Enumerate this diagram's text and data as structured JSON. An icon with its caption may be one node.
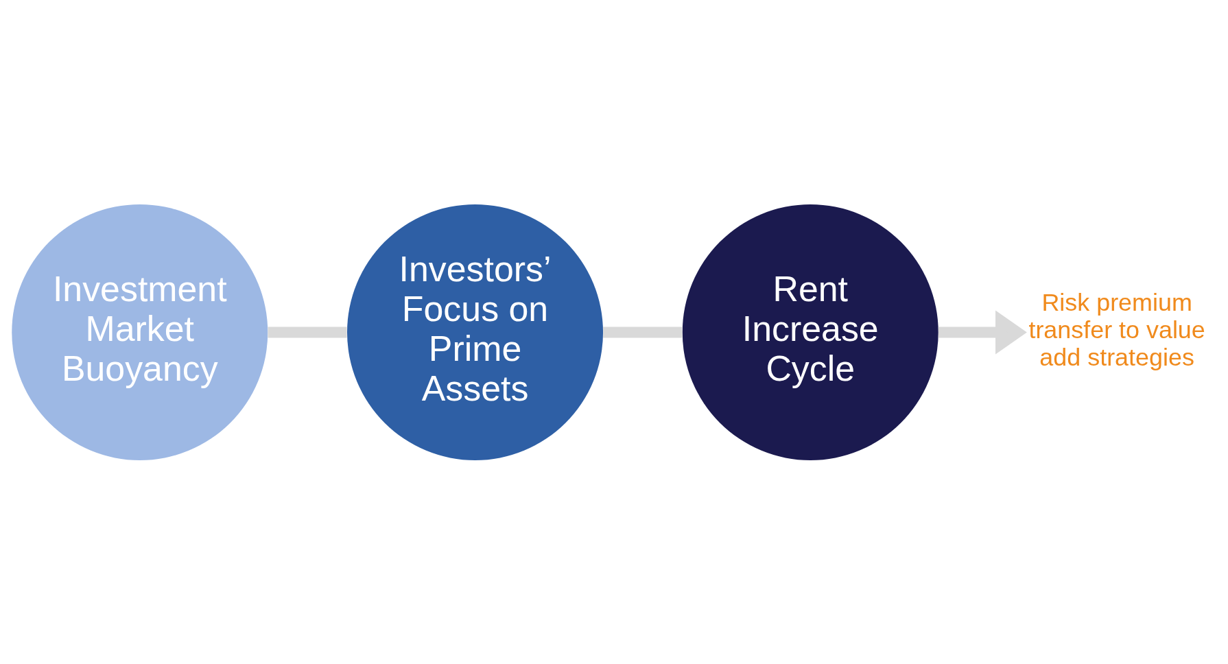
{
  "diagram": {
    "nodes": [
      {
        "text": [
          "Investment Market Buoyancy"
        ]
      },
      {
        "text": [
          "Investors’ Focus on Prime Assets"
        ]
      },
      {
        "text": [
          "Rent Increase Cycle"
        ]
      },
      {
        "text": [
          "Risk premium transfer to value add strategies"
        ]
      }
    ],
    "edges": [
      {
        "from": 0,
        "to": 1,
        "arrow": "none"
      },
      {
        "from": 1,
        "to": 2,
        "arrow": "none"
      },
      {
        "from": 2,
        "to": 3,
        "arrow": "to"
      }
    ]
  }
}
